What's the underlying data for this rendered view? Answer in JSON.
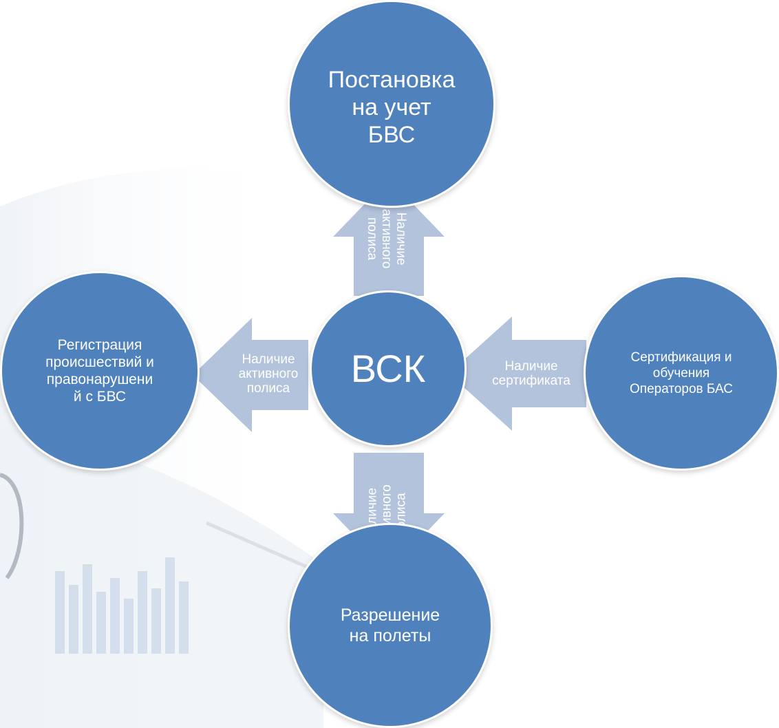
{
  "colors": {
    "node": "#4f81bd",
    "arrow": "#b3c3dc",
    "text": "#ffffff"
  },
  "center": {
    "label": "ВСК"
  },
  "nodes": {
    "top": "Постановка\nна учет\nБВС",
    "left": "Регистрация\nпроисшествий и\nправонарушени\nй с БВС",
    "right": "Сертификация и\nобучения\nОператоров БАС",
    "bottom": "Разрешение\nна полеты"
  },
  "arrows": {
    "top": "Наличие\nактивного\nполиса",
    "left": "Наличие\nактивного\nполиса",
    "right": "Наличие\nсертификата",
    "bottom": "Наличие\nактивного\nполиса"
  }
}
